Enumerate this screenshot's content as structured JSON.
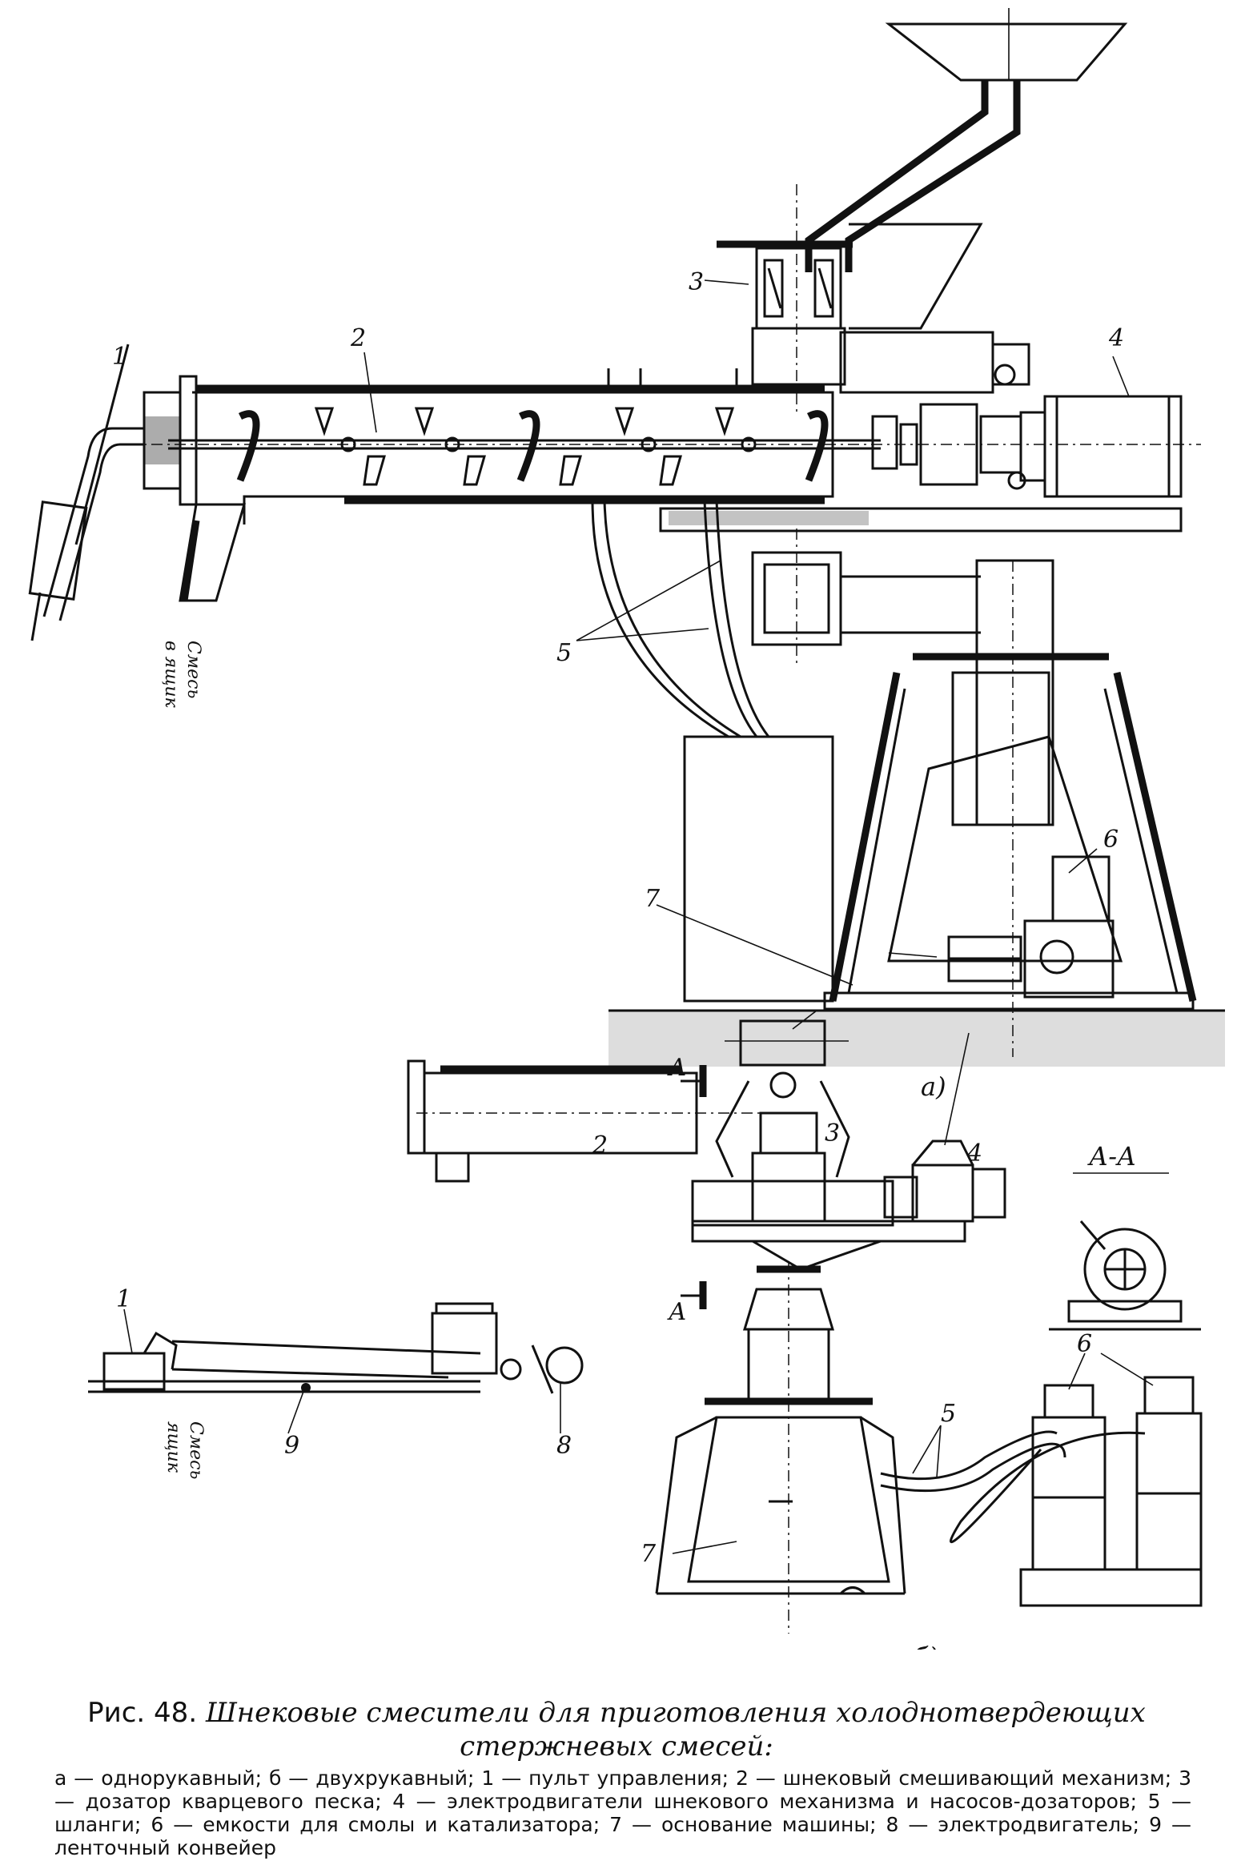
{
  "figure": {
    "labels": {
      "n1": "1",
      "n2": "2",
      "n3": "3",
      "n4": "4",
      "n5": "5",
      "n6": "6",
      "n7": "7",
      "n8": "8",
      "n9": "9",
      "section_mark": "А",
      "section_title": "А-А",
      "view_a": "а)",
      "view_b": "б)",
      "mix_a_line1": "Смесь",
      "mix_a_line2": "в ящик",
      "mix_b_line1": "Смесь",
      "mix_b_line2": "ящик"
    }
  },
  "caption": {
    "prefix": "Рис. 48.",
    "title": "Шнековые смесители для приготовления холоднотвердеющих стержневых смесей:",
    "legend": "а — однорукавный; б — двухрукавный; 1 — пульт управления; 2 — шнековый смешивающий механизм; 3 — дозатор кварцевого песка; 4 — электродвигатели шнекового механизма и насосов-дозаторов; 5 — шланги; 6 — емкости для смолы и катализатора; 7 — основание машины; 8 — электродвигатель; 9 — ленточный конвейер"
  }
}
